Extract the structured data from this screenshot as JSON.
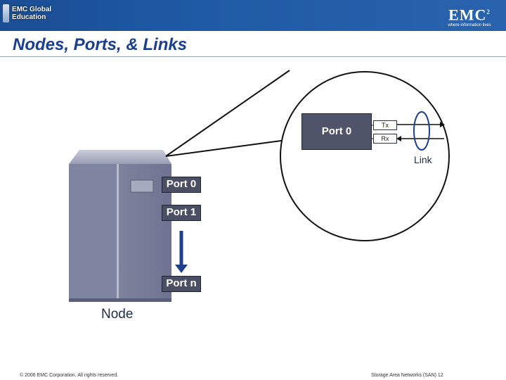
{
  "header": {
    "left_brand": "EMC Global Education",
    "right_logo": "EMC",
    "right_logo_sup": "2",
    "right_tagline": "where information lives"
  },
  "title": "Nodes, Ports, & Links",
  "diagram": {
    "node_label": "Node",
    "ports": [
      "Port 0",
      "Port 1",
      "Port n"
    ],
    "zoom_port_label": "Port 0",
    "tx_label": "Tx",
    "rx_label": "Rx",
    "link_label": "Link"
  },
  "footer": {
    "copyright": "© 2006 EMC Corporation. All rights reserved.",
    "course": "Storage Area Networks (SAN) 12"
  }
}
